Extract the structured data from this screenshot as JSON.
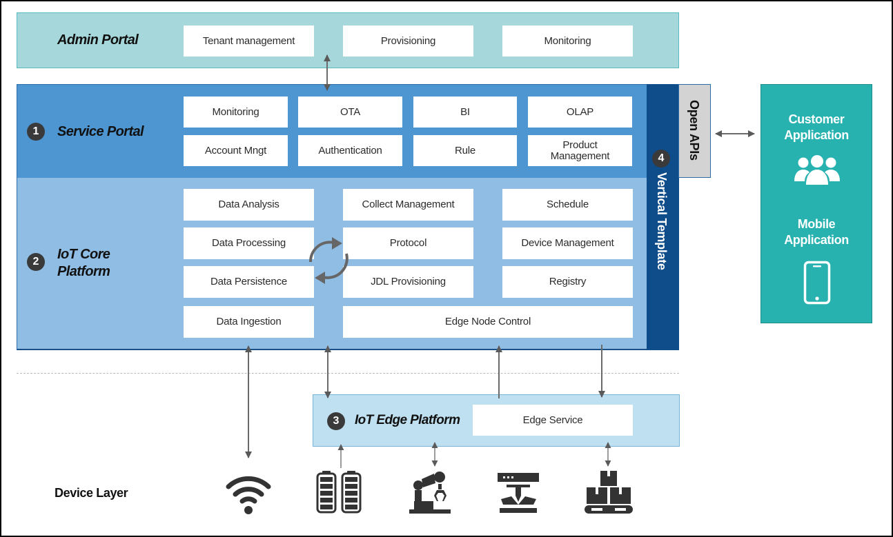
{
  "admin_portal": {
    "title": "Admin Portal",
    "items": [
      "Tenant management",
      "Provisioning",
      "Monitoring"
    ]
  },
  "service_portal": {
    "badge": "1",
    "title": "Service Portal",
    "items": [
      "Monitoring",
      "OTA",
      "BI",
      "OLAP",
      "Account Mngt",
      "Authentication",
      "Rule",
      "Product Management"
    ]
  },
  "iot_core_platform": {
    "badge": "2",
    "title_line1": "IoT Core",
    "title_line2": "Platform",
    "items": [
      "Data Analysis",
      "Collect Management",
      "Schedule",
      "Data Processing",
      "Protocol",
      "Device Management",
      "Data Persistence",
      "JDL Provisioning",
      "Registry",
      "Data Ingestion",
      "Edge Node Control"
    ],
    "cycle_icon": "refresh-cycle-icon"
  },
  "edge_platform": {
    "badge": "3",
    "title": "IoT Edge Platform",
    "service": "Edge Service"
  },
  "vertical_template": {
    "badge": "4",
    "label": "Vertical Template"
  },
  "open_apis": {
    "label": "Open APIs"
  },
  "customer_panel": {
    "customer_line1": "Customer",
    "customer_line2": "Application",
    "customer_icon": "users-group-icon",
    "mobile_line1": "Mobile",
    "mobile_line2": "Application",
    "mobile_icon": "smartphone-icon"
  },
  "device_layer": {
    "label": "Device Layer",
    "icons": [
      "wifi-icon",
      "battery-icon",
      "robot-arm-icon",
      "press-machine-icon",
      "boxes-pallet-icon"
    ]
  },
  "colors": {
    "admin_bg": "#a6d8db",
    "service_bg": "#4d96d1",
    "core_bg": "#90bde4",
    "vertical_bg": "#0f4c8a",
    "open_apis_bg": "#d3d3d3",
    "customer_bg": "#27b2b0",
    "edge_bg": "#bfe0f1",
    "arrow": "#5a5a5a",
    "icon": "#333333"
  }
}
